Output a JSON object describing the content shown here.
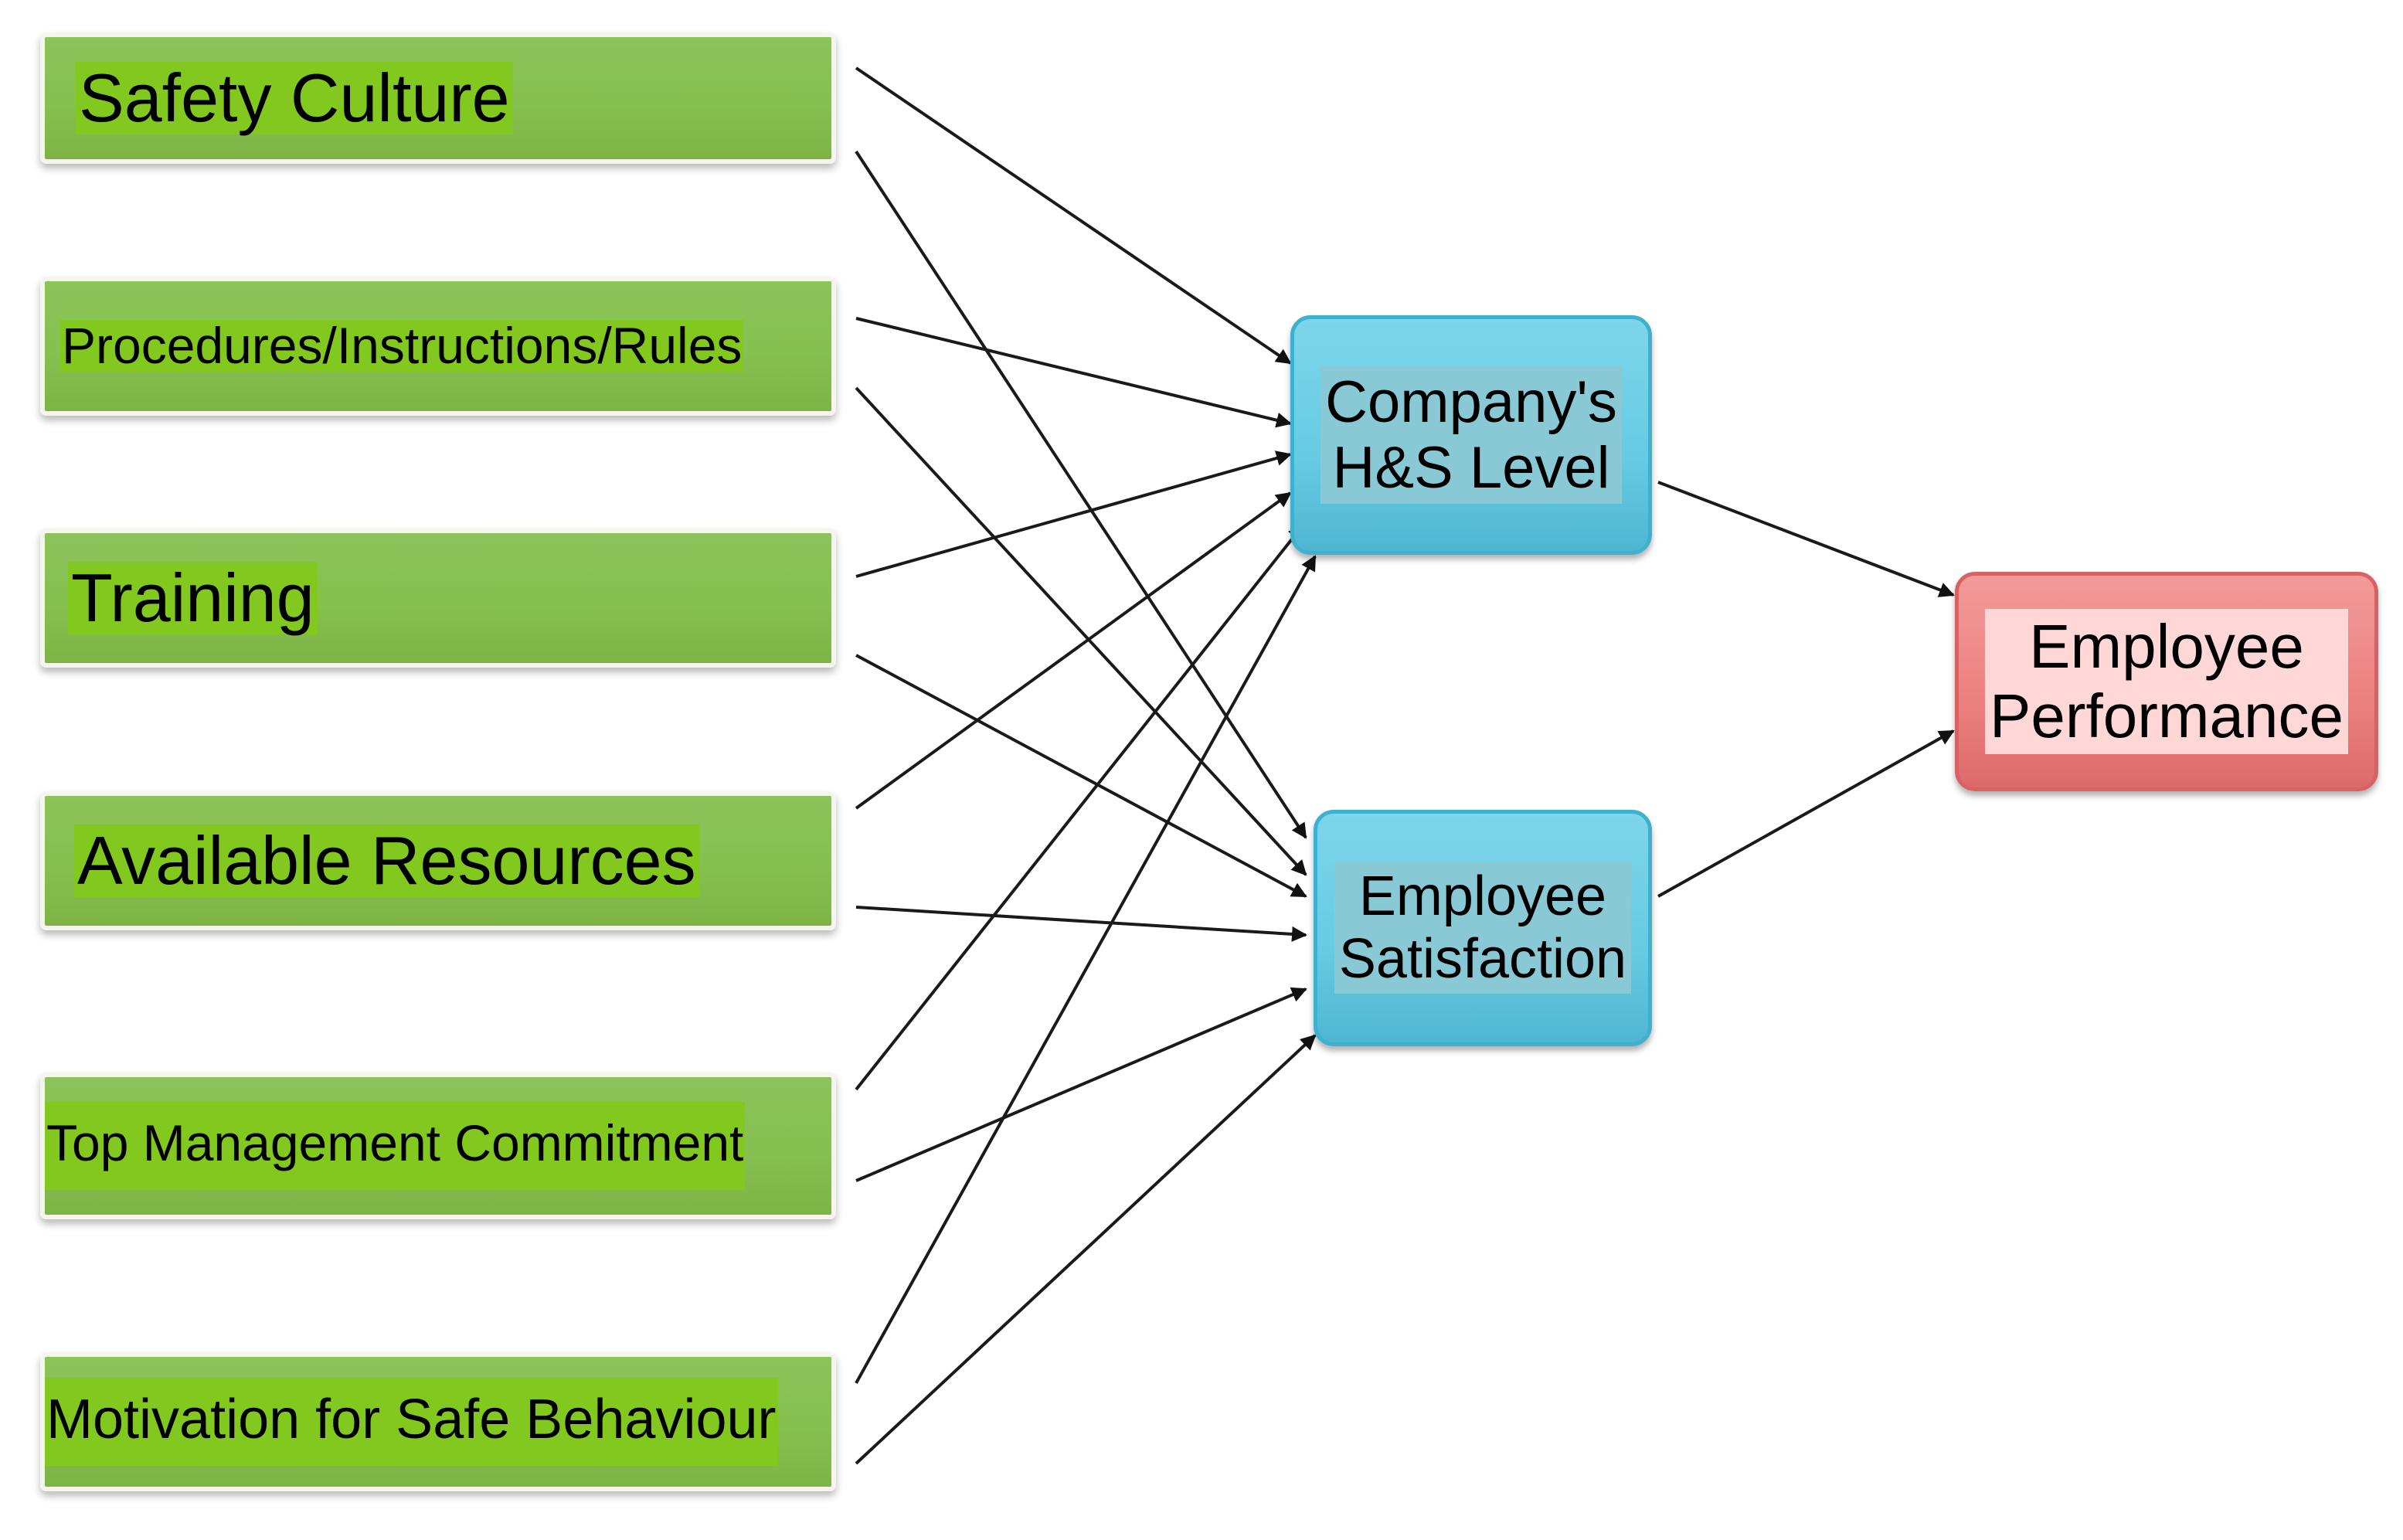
{
  "diagram": {
    "nodes": [
      {
        "id": "safety-culture",
        "label": "Safety Culture",
        "color": "#82c81f"
      },
      {
        "id": "procedures",
        "label": "Procedures/Instructions/Rules",
        "color": "#82c81f"
      },
      {
        "id": "training",
        "label": "Training",
        "color": "#82c81f"
      },
      {
        "id": "available-resources",
        "label": "Available Resources",
        "color": "#82c81f"
      },
      {
        "id": "top-management",
        "label": "Top Management Commitment",
        "color": "#82c81f"
      },
      {
        "id": "motivation",
        "label": "Motivation for Safe Behaviour",
        "color": "#82c81f"
      },
      {
        "id": "hs-level",
        "label_lines": [
          "Company's",
          "H&S Level"
        ],
        "color": "#66cbe3"
      },
      {
        "id": "satisfaction",
        "label_lines": [
          "Employee",
          "Satisfaction"
        ],
        "color": "#66cbe3"
      },
      {
        "id": "performance",
        "label_lines": [
          "Employee",
          "Performance"
        ],
        "color": "#ec8080"
      }
    ],
    "edges": [
      {
        "from": "safety-culture",
        "to": "hs-level"
      },
      {
        "from": "safety-culture",
        "to": "satisfaction"
      },
      {
        "from": "procedures",
        "to": "hs-level"
      },
      {
        "from": "procedures",
        "to": "satisfaction"
      },
      {
        "from": "training",
        "to": "hs-level"
      },
      {
        "from": "training",
        "to": "satisfaction"
      },
      {
        "from": "available-resources",
        "to": "hs-level"
      },
      {
        "from": "available-resources",
        "to": "satisfaction"
      },
      {
        "from": "top-management",
        "to": "hs-level"
      },
      {
        "from": "top-management",
        "to": "satisfaction"
      },
      {
        "from": "motivation",
        "to": "hs-level"
      },
      {
        "from": "motivation",
        "to": "satisfaction"
      },
      {
        "from": "hs-level",
        "to": "performance"
      },
      {
        "from": "satisfaction",
        "to": "performance"
      }
    ],
    "edge_color": "#1a1a1a"
  }
}
